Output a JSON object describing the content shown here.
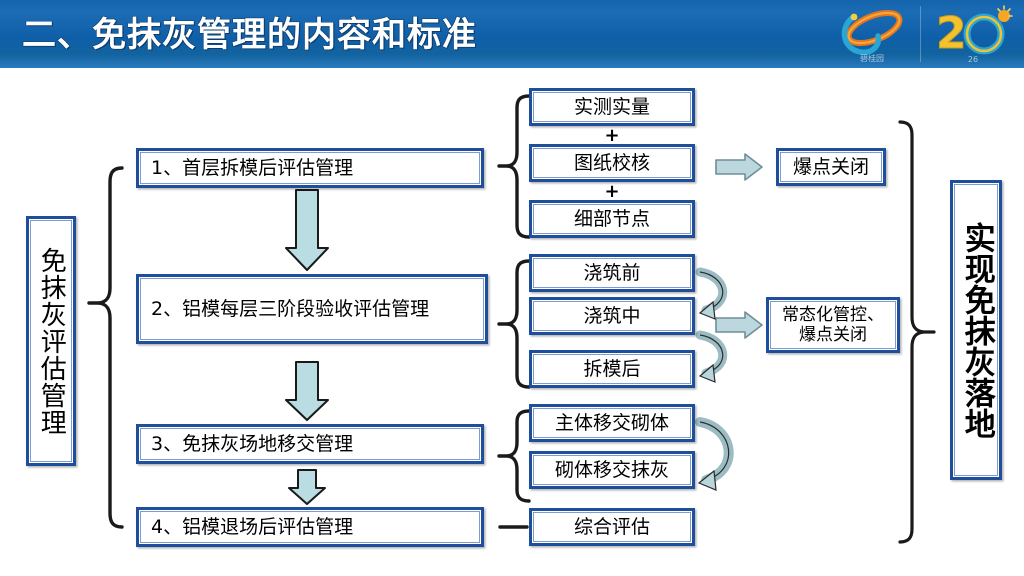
{
  "slide": {
    "title": "二、免抹灰管理的内容和标准",
    "header_color": "#0e5fa8",
    "box_border_color": "#1f4e9c",
    "arrow_fill": "#b9d6dc",
    "arrow_stroke": "#6f8e97"
  },
  "logos": [
    {
      "name": "biguiyuan-logo",
      "caption": "碧桂园"
    },
    {
      "name": "anniversary-26-logo",
      "caption": "26"
    }
  ],
  "left_group": {
    "label": "免抹灰评估管理"
  },
  "stages": [
    {
      "id": 1,
      "label": "1、首层拆模后评估管理"
    },
    {
      "id": 2,
      "label": "2、铝模每层三阶段验收评估管理"
    },
    {
      "id": 3,
      "label": "3、免抹灰场地移交管理"
    },
    {
      "id": 4,
      "label": "4、铝模退场后评估管理"
    }
  ],
  "detail_groups": [
    {
      "group": "stage-1-details",
      "items": [
        "实测实量",
        "图纸校核",
        "细部节点"
      ],
      "connectors": [
        "+",
        "+"
      ]
    },
    {
      "group": "stage-2-details",
      "items": [
        "浇筑前",
        "浇筑中",
        "拆模后"
      ],
      "connectors": []
    },
    {
      "group": "stage-3-details",
      "items": [
        "主体移交砌体",
        "砌体移交抹灰"
      ],
      "connectors": []
    },
    {
      "group": "stage-4-details",
      "items": [
        "综合评估"
      ],
      "connectors": []
    }
  ],
  "outcomes": [
    {
      "name": "outcome-1",
      "label": "爆点关闭"
    },
    {
      "name": "outcome-2",
      "label": "常态化管控、\n爆点关闭"
    }
  ],
  "result": {
    "label": "实现免抹灰落地"
  }
}
